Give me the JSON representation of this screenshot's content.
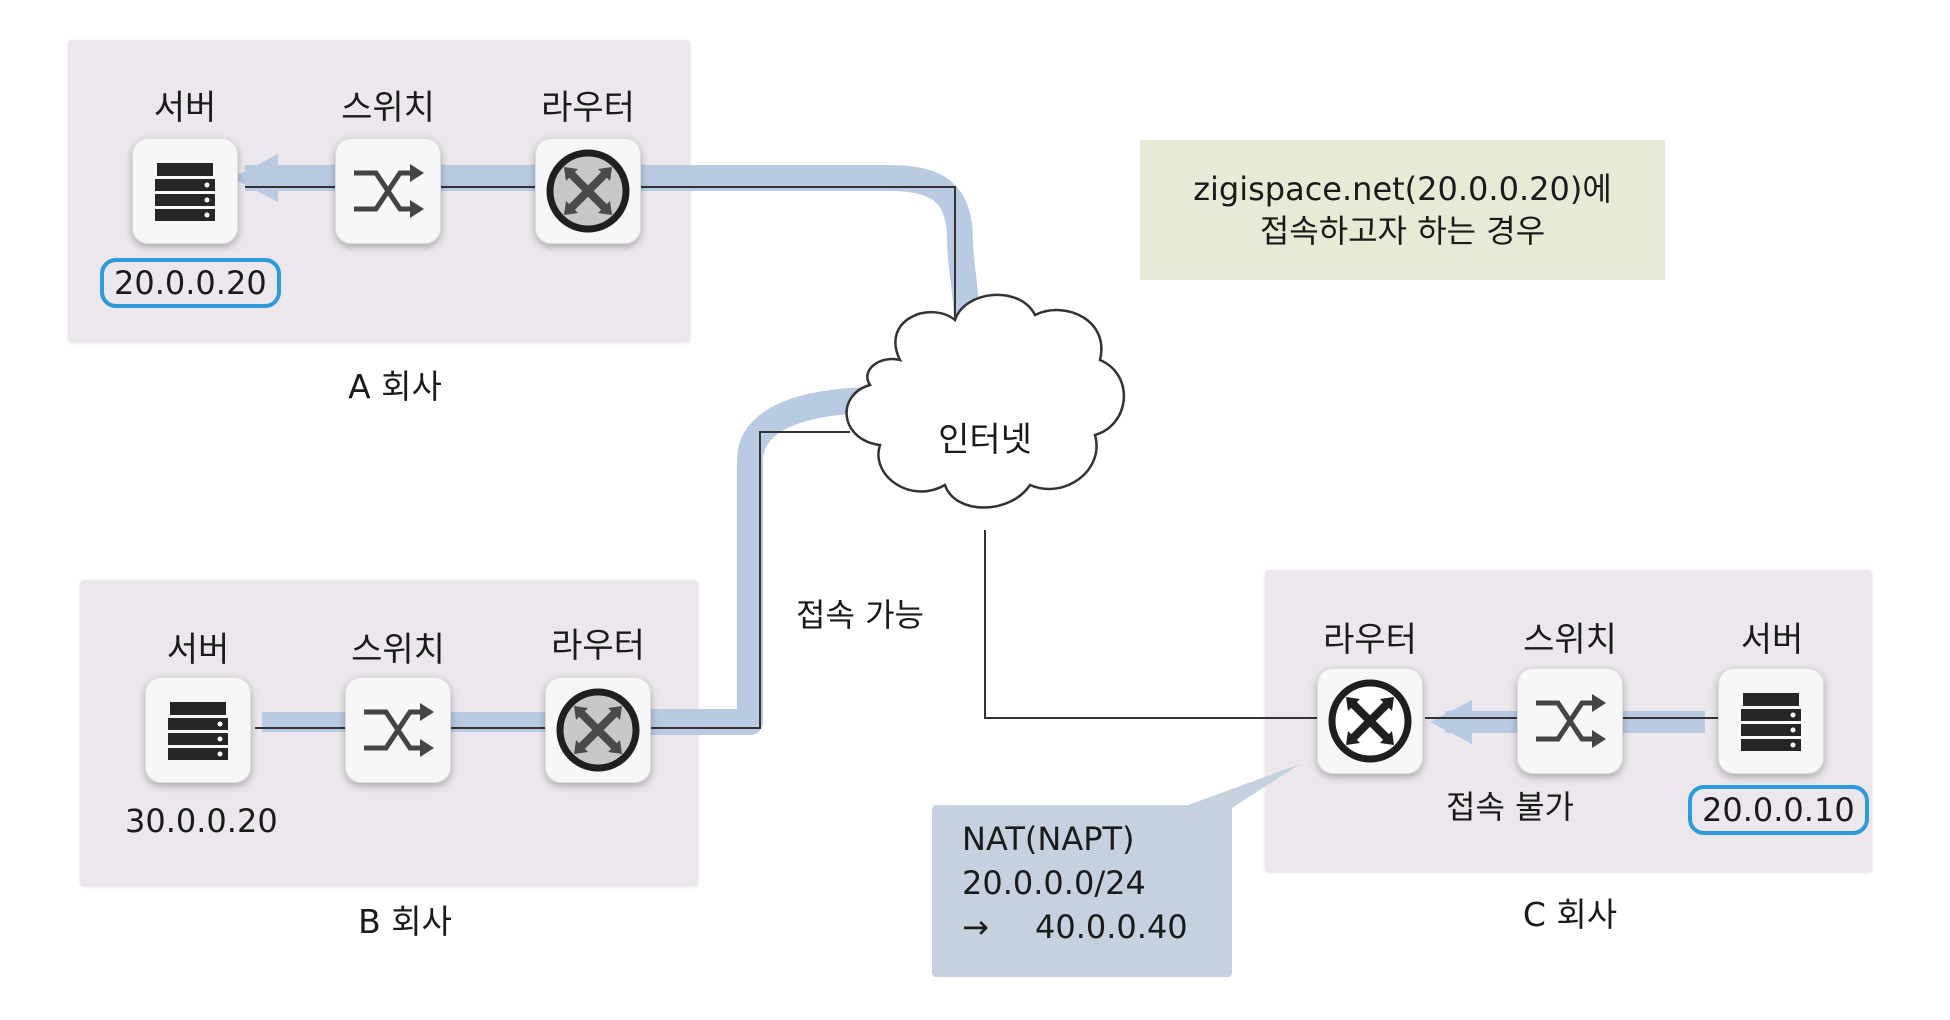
{
  "callout": {
    "line1": "zigispace.net(20.0.0.20)에",
    "line2": "접속하고자 하는 경우"
  },
  "internet_label": "인터넷",
  "reachable_label": "접속 가능",
  "unreachable_label": "접속 불가",
  "companies": {
    "a": {
      "name": "A 회사",
      "server": "서버",
      "switch": "스위치",
      "router": "라우터",
      "ip": "20.0.0.20",
      "ip_highlighted": true
    },
    "b": {
      "name": "B 회사",
      "server": "서버",
      "switch": "스위치",
      "router": "라우터",
      "ip": "30.0.0.20",
      "ip_highlighted": false
    },
    "c": {
      "name": "C 회사",
      "server": "서버",
      "switch": "스위치",
      "router": "라우터",
      "ip": "20.0.0.10",
      "ip_highlighted": true
    }
  },
  "nat": {
    "line1": "NAT(NAPT)",
    "line2": "20.0.0.0/24",
    "arrow": "→",
    "line3": "40.0.0.40"
  },
  "colors": {
    "panel": "#ebe7ec",
    "flow": "#b9cbe2",
    "ip_highlight": "#2e9ad8",
    "callout": "#e6ebd6",
    "nat_box": "#c5d1df"
  },
  "icons": [
    "server-icon",
    "switch-icon",
    "router-icon",
    "cloud-icon",
    "arrow-icon"
  ]
}
